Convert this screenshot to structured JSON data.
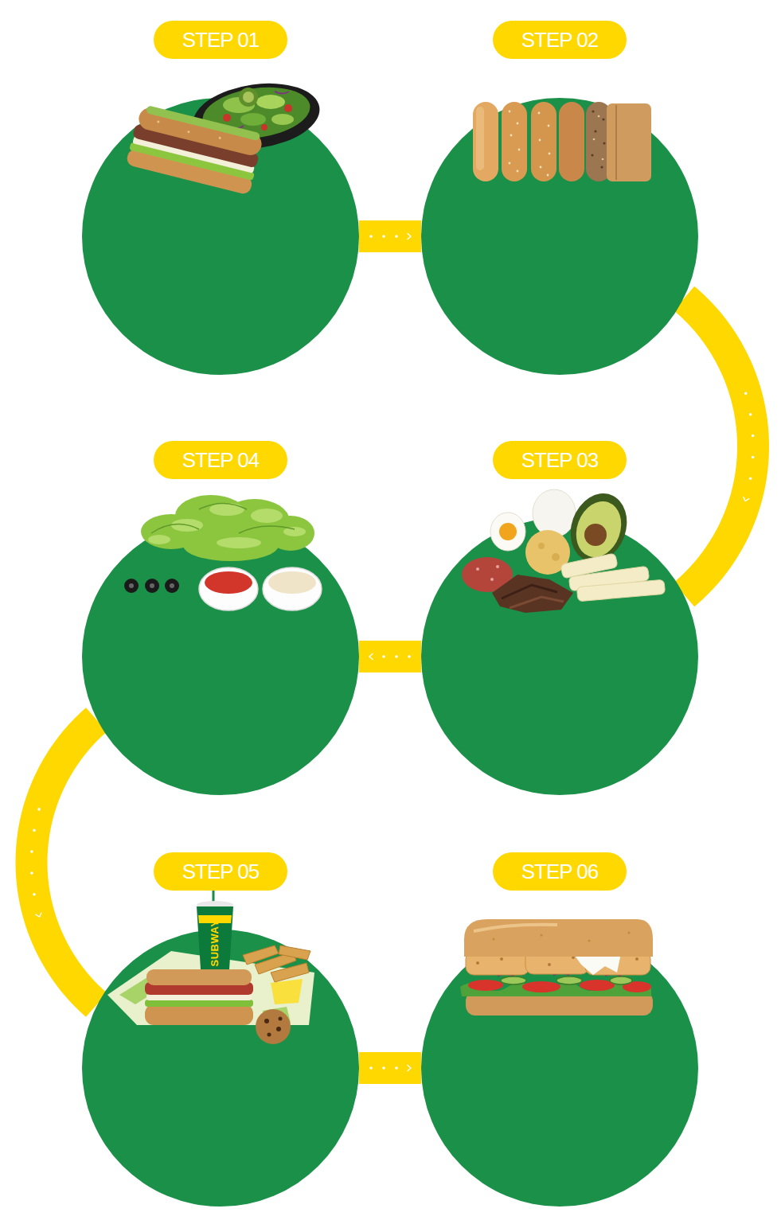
{
  "diagram": {
    "nodes": [
      {
        "text": [
          "STEP 01"
        ]
      },
      {
        "text": [
          "STEP 02"
        ]
      },
      {
        "text": [
          "STEP 03"
        ]
      },
      {
        "text": [
          "STEP 04"
        ]
      },
      {
        "text": [
          "STEP 05"
        ]
      },
      {
        "text": [
          "STEP 06"
        ]
      }
    ],
    "edges": [
      {
        "from": 0,
        "to": 1,
        "arrow": "to"
      },
      {
        "from": 1,
        "to": 2,
        "arrow": "to"
      },
      {
        "from": 2,
        "to": 3,
        "arrow": "to"
      },
      {
        "from": 3,
        "to": 4,
        "arrow": "to"
      },
      {
        "from": 4,
        "to": 5,
        "arrow": "to"
      }
    ],
    "labels": [
      "SUBWAY"
    ]
  }
}
